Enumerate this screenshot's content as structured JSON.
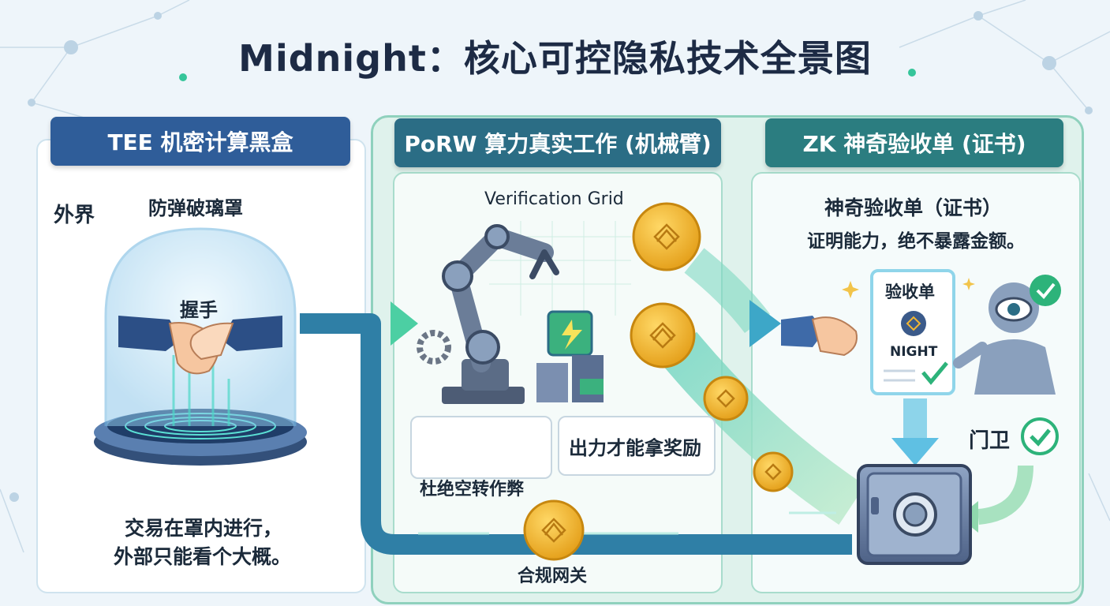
{
  "title": "Midnight：核心可控隐私技术全景图",
  "sections": {
    "tee": {
      "header": "TEE  机密计算黑盒",
      "outside_label": "外界",
      "dome_label": "防弹破璃罩",
      "handshake_label": "握手",
      "caption_line1": "交易在罩内进行，",
      "caption_line2": "外部只能看个大概。"
    },
    "porw": {
      "header": "PoRW  算力真实工作 (机械臂)",
      "grid_label": "Verification Grid",
      "no_idle_label": "杜绝空转作弊",
      "reward_label": "出力才能拿奖励",
      "gateway_label": "合规网关"
    },
    "zk": {
      "header": "ZK  神奇验收单 (证书)",
      "title": "神奇验收单（证书）",
      "subtitle": "证明能力，绝不暴露金额。",
      "receipt_title": "验收单",
      "receipt_token": "NIGHT",
      "guard_label": "门卫"
    }
  },
  "colors": {
    "title": "#1d2b45",
    "tee_header": "#2f5d99",
    "porw_header": "#2b6d85",
    "zk_header": "#2b7d80",
    "coin": "#f2b632",
    "check": "#2db37a"
  }
}
